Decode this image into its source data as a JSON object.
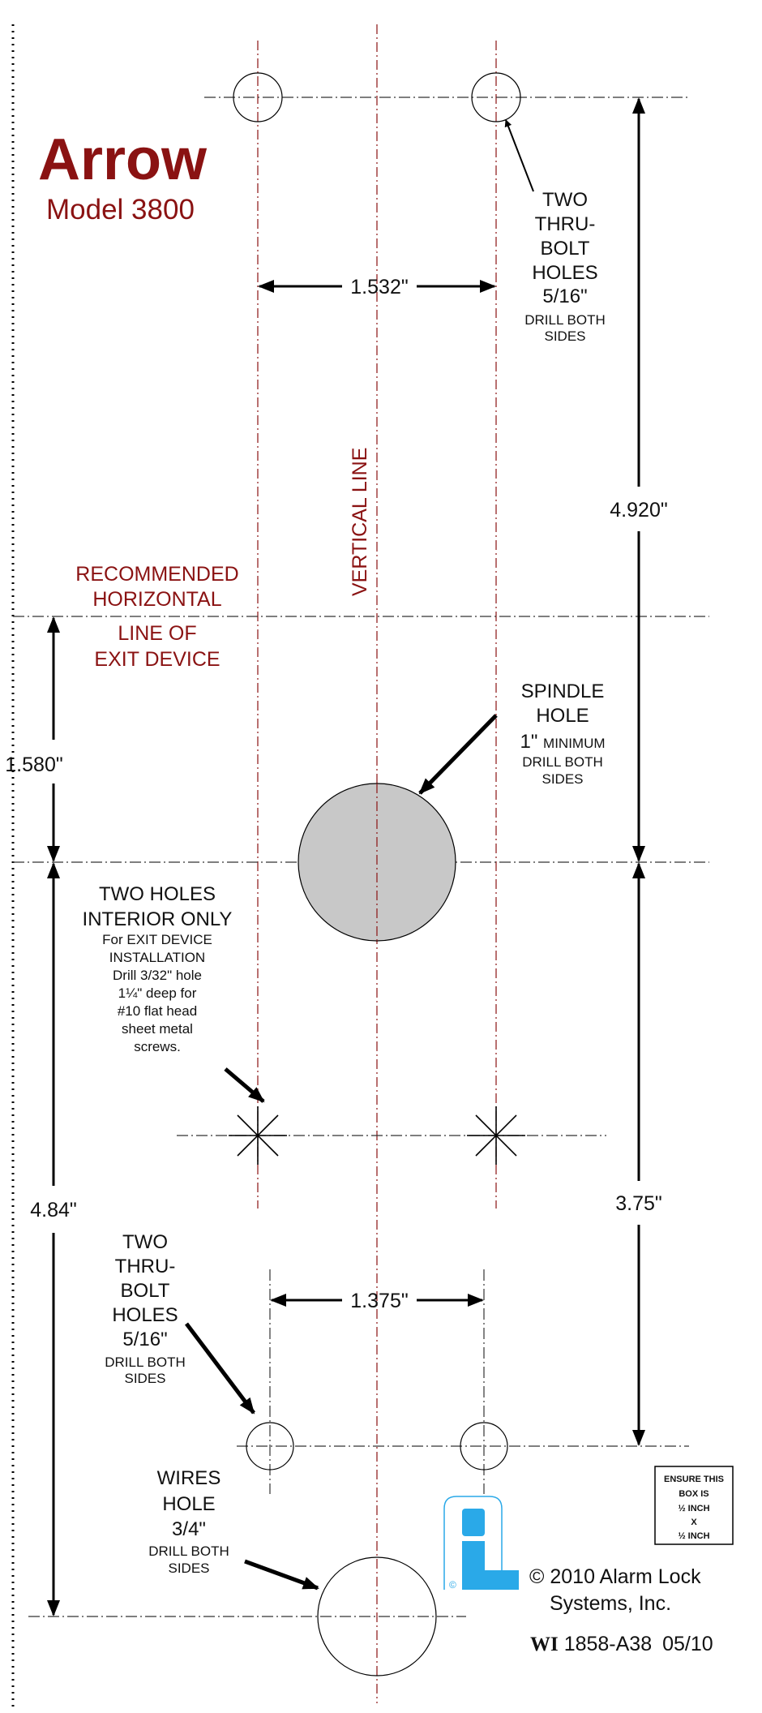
{
  "brand": {
    "title": "Arrow",
    "model": "Model 3800"
  },
  "vertical_line": "VERTICAL LINE",
  "horizontal_line": [
    "RECOMMENDED",
    "HORIZONTAL",
    "LINE OF",
    "EXIT DEVICE"
  ],
  "top_holes": {
    "lines": [
      "TWO",
      "THRU-",
      "BOLT",
      "HOLES",
      "5/16\""
    ],
    "note": [
      "DRILL BOTH",
      "SIDES"
    ]
  },
  "spindle": {
    "lines": [
      "SPINDLE",
      "HOLE"
    ],
    "size": "1\"",
    "size_note": "MINIMUM",
    "note": [
      "DRILL BOTH",
      "SIDES"
    ]
  },
  "interior_holes": {
    "lines": [
      "TWO HOLES",
      "INTERIOR ONLY"
    ],
    "note": [
      "For EXIT DEVICE",
      "INSTALLATION",
      "Drill 3/32\" hole",
      "1¼\" deep for",
      "#10 flat head",
      "sheet metal",
      "screws."
    ]
  },
  "bottom_holes": {
    "lines": [
      "TWO",
      "THRU-",
      "BOLT",
      "HOLES",
      "5/16\""
    ],
    "note": [
      "DRILL BOTH",
      "SIDES"
    ]
  },
  "wires_hole": {
    "lines": [
      "WIRES",
      "HOLE",
      "3/4\""
    ],
    "note": [
      "DRILL BOTH",
      "SIDES"
    ]
  },
  "dimensions": {
    "top_spacing": "1.532\"",
    "top_to_spindle": "4.920\"",
    "horizontal_to_spindle": "1.580\"",
    "spindle_to_bottom": "4.84\"",
    "spindle_to_bottom_holes": "3.75\"",
    "bottom_spacing": "1.375\""
  },
  "scale_box": [
    "ENSURE THIS",
    "BOX IS",
    "½ INCH",
    "X",
    "½ INCH"
  ],
  "copyright": [
    "© 2010 Alarm Lock",
    "Systems, Inc."
  ],
  "logo_mark": "©",
  "doc_number": {
    "prefix": "WI",
    "number": "1858-A38",
    "date": "05/10"
  },
  "colors": {
    "accent_red": "#8a1212",
    "logo_blue": "#2aa9e8",
    "spindle_fill": "#c8c8c8"
  }
}
